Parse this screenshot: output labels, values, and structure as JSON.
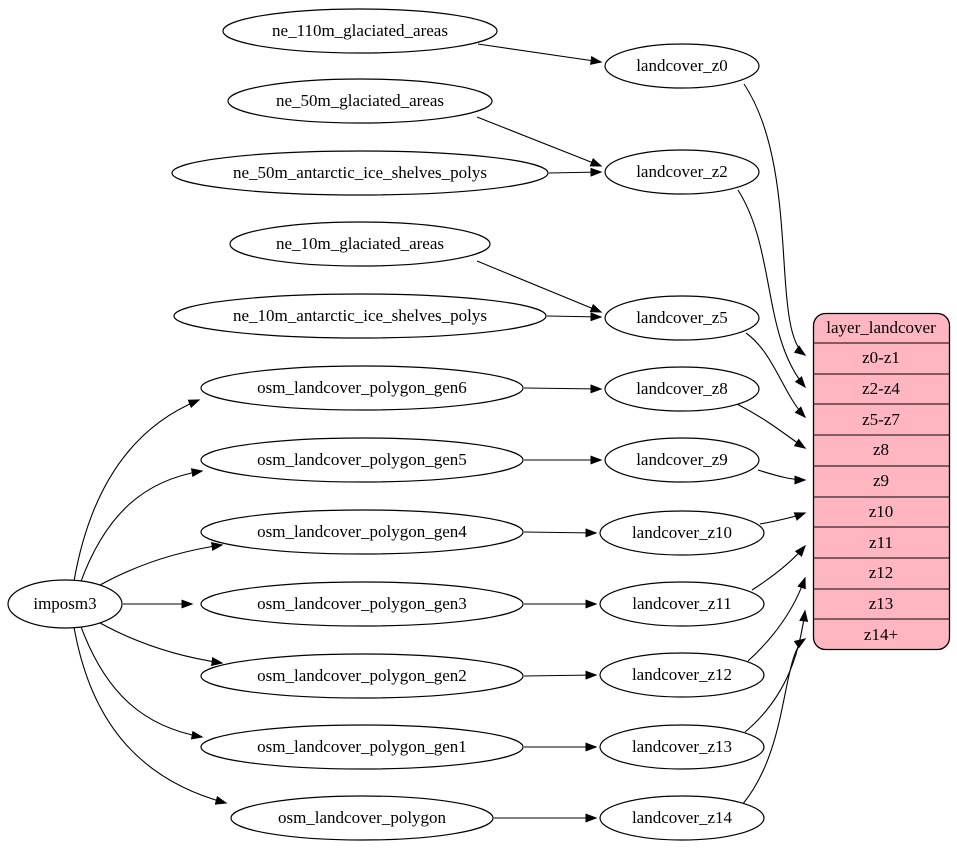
{
  "colors": {
    "background": "#ffffff",
    "node_fill": "#ffffff",
    "stroke": "#000000",
    "table_fill": "#ffb6c1"
  },
  "labels": {
    "imposm3": "imposm3",
    "ne_110m_glaciated_areas": "ne_110m_glaciated_areas",
    "ne_50m_glaciated_areas": "ne_50m_glaciated_areas",
    "ne_50m_antarctic_ice_shelves_polys": "ne_50m_antarctic_ice_shelves_polys",
    "ne_10m_glaciated_areas": "ne_10m_glaciated_areas",
    "ne_10m_antarctic_ice_shelves_polys": "ne_10m_antarctic_ice_shelves_polys",
    "osm_landcover_polygon_gen6": "osm_landcover_polygon_gen6",
    "osm_landcover_polygon_gen5": "osm_landcover_polygon_gen5",
    "osm_landcover_polygon_gen4": "osm_landcover_polygon_gen4",
    "osm_landcover_polygon_gen3": "osm_landcover_polygon_gen3",
    "osm_landcover_polygon_gen2": "osm_landcover_polygon_gen2",
    "osm_landcover_polygon_gen1": "osm_landcover_polygon_gen1",
    "osm_landcover_polygon": "osm_landcover_polygon",
    "landcover_z0": "landcover_z0",
    "landcover_z2": "landcover_z2",
    "landcover_z5": "landcover_z5",
    "landcover_z8": "landcover_z8",
    "landcover_z9": "landcover_z9",
    "landcover_z10": "landcover_z10",
    "landcover_z11": "landcover_z11",
    "landcover_z12": "landcover_z12",
    "landcover_z13": "landcover_z13",
    "landcover_z14": "landcover_z14"
  },
  "table": {
    "title": "layer_landcover",
    "rows": [
      "z0-z1",
      "z2-z4",
      "z5-z7",
      "z8",
      "z9",
      "z10",
      "z11",
      "z12",
      "z13",
      "z14+"
    ]
  },
  "edges": [
    {
      "from": "imposm3",
      "to": "osm_landcover_polygon_gen6"
    },
    {
      "from": "imposm3",
      "to": "osm_landcover_polygon_gen5"
    },
    {
      "from": "imposm3",
      "to": "osm_landcover_polygon_gen4"
    },
    {
      "from": "imposm3",
      "to": "osm_landcover_polygon_gen3"
    },
    {
      "from": "imposm3",
      "to": "osm_landcover_polygon_gen2"
    },
    {
      "from": "imposm3",
      "to": "osm_landcover_polygon_gen1"
    },
    {
      "from": "imposm3",
      "to": "osm_landcover_polygon"
    },
    {
      "from": "ne_110m_glaciated_areas",
      "to": "landcover_z0"
    },
    {
      "from": "ne_50m_glaciated_areas",
      "to": "landcover_z2"
    },
    {
      "from": "ne_50m_antarctic_ice_shelves_polys",
      "to": "landcover_z2"
    },
    {
      "from": "ne_10m_glaciated_areas",
      "to": "landcover_z5"
    },
    {
      "from": "ne_10m_antarctic_ice_shelves_polys",
      "to": "landcover_z5"
    },
    {
      "from": "osm_landcover_polygon_gen6",
      "to": "landcover_z8"
    },
    {
      "from": "osm_landcover_polygon_gen5",
      "to": "landcover_z9"
    },
    {
      "from": "osm_landcover_polygon_gen4",
      "to": "landcover_z10"
    },
    {
      "from": "osm_landcover_polygon_gen3",
      "to": "landcover_z11"
    },
    {
      "from": "osm_landcover_polygon_gen2",
      "to": "landcover_z12"
    },
    {
      "from": "osm_landcover_polygon_gen1",
      "to": "landcover_z13"
    },
    {
      "from": "osm_landcover_polygon",
      "to": "landcover_z14"
    },
    {
      "from": "landcover_z0",
      "to": "layer_landcover:z0-z1"
    },
    {
      "from": "landcover_z2",
      "to": "layer_landcover:z2-z4"
    },
    {
      "from": "landcover_z5",
      "to": "layer_landcover:z5-z7"
    },
    {
      "from": "landcover_z8",
      "to": "layer_landcover:z8"
    },
    {
      "from": "landcover_z9",
      "to": "layer_landcover:z9"
    },
    {
      "from": "landcover_z10",
      "to": "layer_landcover:z10"
    },
    {
      "from": "landcover_z11",
      "to": "layer_landcover:z11"
    },
    {
      "from": "landcover_z12",
      "to": "layer_landcover:z12"
    },
    {
      "from": "landcover_z13",
      "to": "layer_landcover:z13"
    },
    {
      "from": "landcover_z14",
      "to": "layer_landcover:z14+"
    }
  ]
}
